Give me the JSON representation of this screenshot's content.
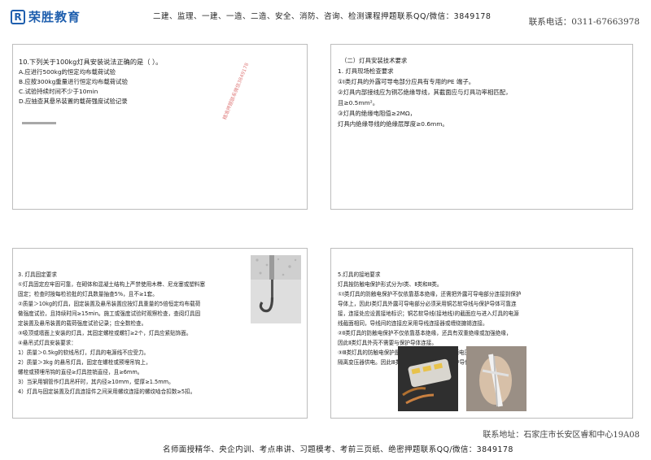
{
  "header": {
    "logo_text": "荣胜教育",
    "banner": "二建、监理、一建、一造、二造、安全、消防、咨询、检测课程押题联系QQ/微信：3849178",
    "phone": "联系电话：0311-67663978"
  },
  "panel1": {
    "question": "10.下列关于100kg灯具安装说法正确的是（  ）。",
    "options": [
      "A.应进行500kg的恒定均布载荷试验",
      "B.应按300kg重量进行恒定均布载荷试验",
      "C.试验持续时间不少于10min",
      "D.应抽查其悬吊装置的载荷强度试验记录"
    ],
    "watermark": "精准押题联系微信3849178"
  },
  "panel2": {
    "lines": [
      "（二）灯具安装技术要求",
      "1. 灯具现场检查要求",
      "①Ⅰ类灯具的外露可导电部分应具有专用的PE 端子。",
      "②灯具内部接线应为铜芯绝缘导线，其截面应与灯具功率相匹配，",
      "   且≥0.5mm²。",
      "③灯具的绝缘电阻值≥2MΩ，",
      "   灯具内绝缘导线的绝缘层厚度≥0.6mm。"
    ]
  },
  "panel3": {
    "lines": [
      "3. 灯具固定要求",
      "①灯具固定应牢固可靠，在砌体和混凝土结构上严禁使用木榫、尼龙塞或塑料塞",
      "   固定；检查时按每检验批的灯具数量抽查5%，且不≥1套。",
      "②质量＞10kg的灯具，固定装置及悬吊装置应按灯具重量的5倍恒定均布载荷",
      "   做强度试验，且持续时间≥15min。施工或强度试验时观察检查，查阅灯具固",
      "   定装置及悬吊装置的载荷强度试验记录；应全数检查。",
      "③吸顶或墙面上安装的灯具，其固定螺栓或螺钉≥2个，灯具应紧贴饰面。",
      "④悬吊式灯具安装要求：",
      "1）质量＞0.5kg的软线吊灯，灯具的电源线不应受力。",
      "2）质量＞3kg 的悬吊灯具，固定在螺栓或预埋吊钩上，",
      "   螺栓或预埋吊钩的直径≥灯具挂销直径，且≥6mm。",
      "3）当采用钢管作灯具吊杆时，其内径≥10mm，壁厚≥1.5mm。",
      "4）灯具与固定装置及灯具连接件之间采用螺纹连接的螺纹啮合扣数≥5扣。"
    ]
  },
  "panel4": {
    "lines": [
      "5.灯具的接地要求",
      "灯具按防触电保护形式分为Ⅰ类、Ⅱ类和Ⅲ类。",
      "①Ⅰ类灯具的防触电保护不仅依靠基本绝缘，还需把外露可导电部分连接到保护",
      "   导体上，因此Ⅰ类灯具外露可导电部分必须采用铜芯软导线与保护导体可靠连",
      "   接，连接处应设置接地标识；铜芯软导线(接地线)的截面应与进入灯具的电源",
      "   线截面相同，导线间的连接应采用导线连接器或缠绕搪锡连接。",
      "②Ⅱ类灯具的防触电保护不仅依靠基本绝缘，还具有双重绝缘或加强绝缘，",
      "   因此Ⅱ类灯具外壳不需要与保护导体连接。",
      "③Ⅲ类灯具的防触电保护是依靠安全特低电压，电源电压不超过交流50V,采用",
      "   隔离变压器供电。因此Ⅲ类灯具的外壳不容许与保护导体连接。"
    ]
  },
  "footer": {
    "address": "联系地址：石家庄市长安区睿和中心19A08",
    "banner": "名师面授精华、央企内训、考点串讲、习题模考、考前三页纸、绝密押题联系QQ/微信：3849178"
  }
}
